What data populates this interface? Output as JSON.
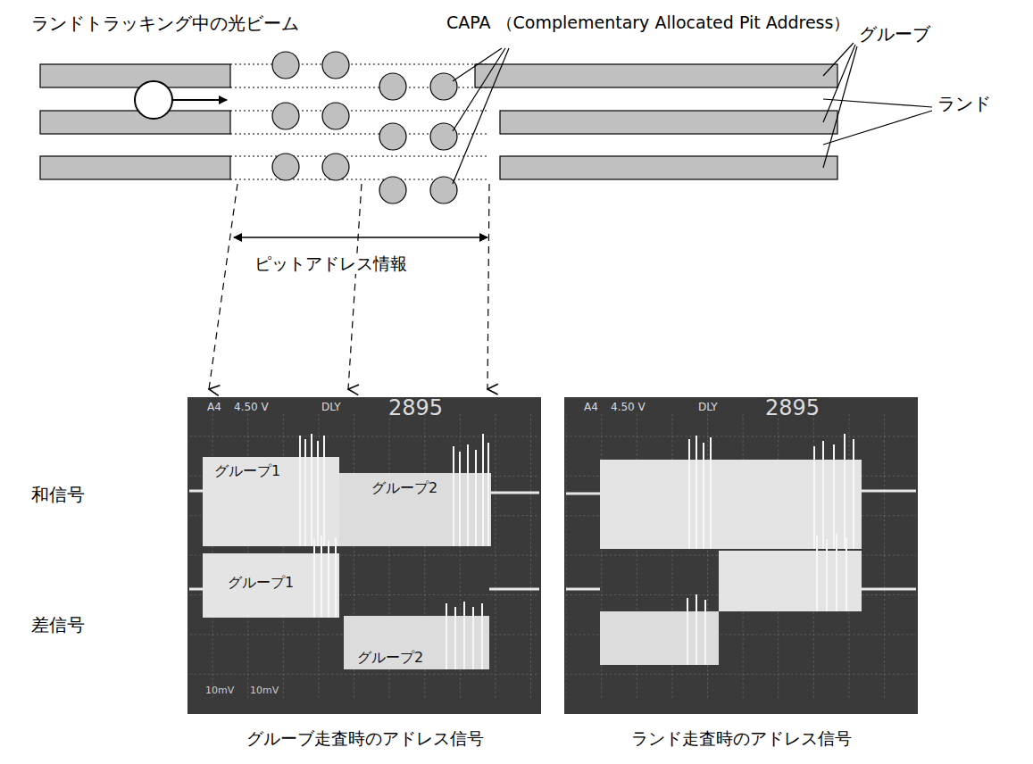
{
  "diagram": {
    "nodes": [
      {
        "text": [
          "A4",
          "4.50 V",
          "DLY",
          "2895",
          "グループ1",
          "グループ2",
          "グループ1",
          "グループ2",
          "10mV",
          "10mV"
        ]
      },
      {
        "text": [
          "A4",
          "4.50 V",
          "DLY",
          "2895"
        ]
      }
    ],
    "labels": [
      "ランドトラッキング中の光ビーム",
      "CAPA （Complementary Allocated Pit Address）",
      "グルーブ",
      "ランド",
      "ピットアドレス情報",
      "和信号",
      "差信号",
      "グルーブ走査時のアドレス信号",
      "ランド走査時のアドレス信号"
    ]
  }
}
